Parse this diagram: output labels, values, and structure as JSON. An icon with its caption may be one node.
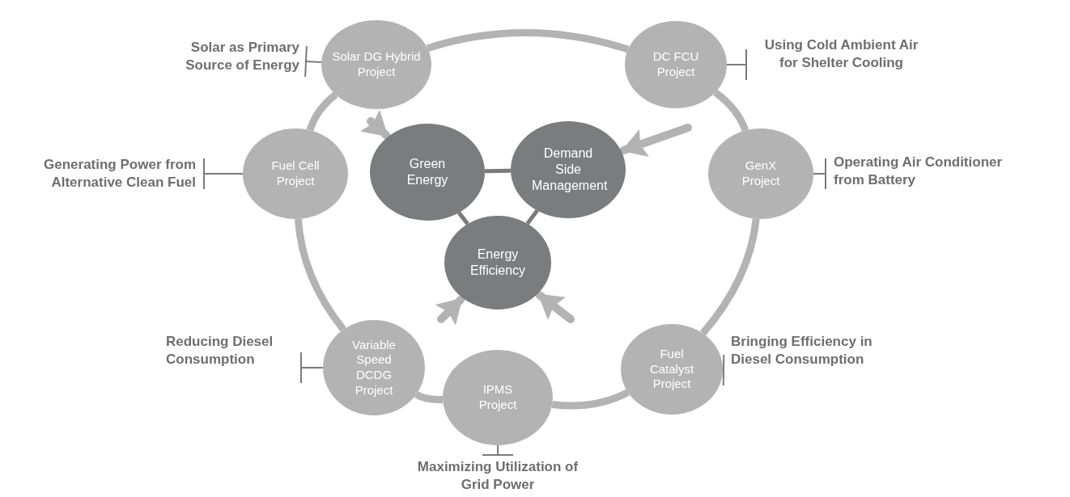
{
  "diagram": {
    "nodes": [
      {
        "text": [
          "Solar as Primary Source of Energy"
        ]
      },
      {
        "text": [
          "Solar DG Hybrid Project"
        ]
      },
      {
        "text": [
          "DC FCU Project"
        ]
      },
      {
        "text": [
          "Using Cold Ambient Air for Shelter Cooling"
        ]
      },
      {
        "text": [
          "Generating Power from Alternative Clean Fuel"
        ]
      },
      {
        "text": [
          "Fuel Cell Project"
        ]
      },
      {
        "text": [
          "Green Energy"
        ]
      },
      {
        "text": [
          "Demand Side Management"
        ]
      },
      {
        "text": [
          "GenX Project"
        ]
      },
      {
        "text": [
          "Operating Air Conditioner from Battery"
        ]
      },
      {
        "text": [
          "Energy Efficiency"
        ]
      },
      {
        "text": [
          "Reducing Diesel Consumption"
        ]
      },
      {
        "text": [
          "Variable Speed DCDG Project"
        ]
      },
      {
        "text": [
          "Fuel Catalyst Project"
        ]
      },
      {
        "text": [
          "Bringing Efficiency in Diesel Consumption"
        ]
      },
      {
        "text": [
          "IPMS Project"
        ]
      },
      {
        "text": [
          "Maximizing Utilization of Grid Power"
        ]
      }
    ],
    "edges": [
      {
        "from": 1,
        "to": 2,
        "arrow": "none",
        "color": "#b3b3b3"
      },
      {
        "from": 2,
        "to": 8,
        "arrow": "none",
        "color": "#b3b3b3"
      },
      {
        "from": 8,
        "to": 13,
        "arrow": "none",
        "color": "#b3b3b3"
      },
      {
        "from": 13,
        "to": 15,
        "arrow": "none",
        "color": "#b3b3b3"
      },
      {
        "from": 15,
        "to": 12,
        "arrow": "none",
        "color": "#b3b3b3"
      },
      {
        "from": 12,
        "to": 5,
        "arrow": "none",
        "color": "#b3b3b3"
      },
      {
        "from": 5,
        "to": 1,
        "arrow": "none",
        "color": "#b3b3b3"
      },
      {
        "from": 6,
        "to": 7,
        "arrow": "none"
      },
      {
        "from": 6,
        "to": 10,
        "arrow": "none"
      },
      {
        "from": 7,
        "to": 10,
        "arrow": "none"
      },
      {
        "from": 0,
        "to": 1,
        "arrow": "other"
      },
      {
        "from": 3,
        "to": 2,
        "arrow": "other"
      },
      {
        "from": 4,
        "to": 5,
        "arrow": "other"
      },
      {
        "from": 9,
        "to": 8,
        "arrow": "other"
      },
      {
        "from": 11,
        "to": 12,
        "arrow": "other"
      },
      {
        "from": 14,
        "to": 13,
        "arrow": "other"
      },
      {
        "from": 16,
        "to": 15,
        "arrow": "other"
      },
      {
        "from": null,
        "to": 6,
        "arrow": "to",
        "color": "#b3b3b3"
      },
      {
        "from": null,
        "to": 7,
        "arrow": "to",
        "color": "#b3b3b3"
      },
      {
        "from": null,
        "to": 10,
        "arrow": "to",
        "color": "#b3b3b3"
      },
      {
        "from": null,
        "to": 10,
        "arrow": "to",
        "color": "#b3b3b3"
      }
    ]
  }
}
